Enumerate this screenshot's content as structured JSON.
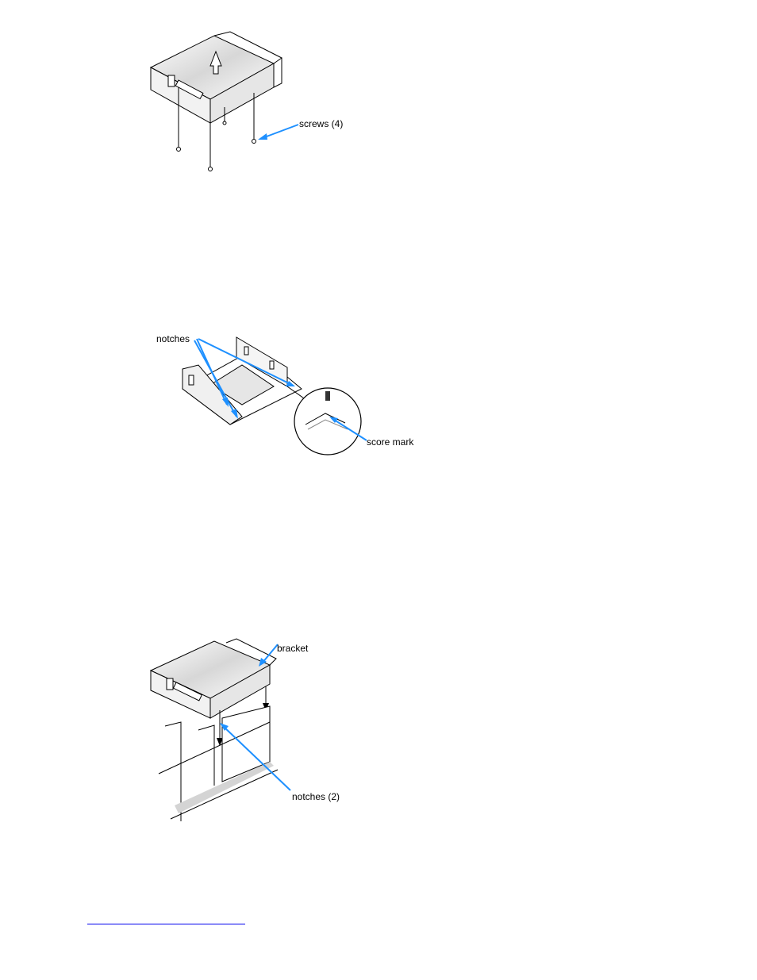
{
  "figures": [
    {
      "callouts": {
        "screws": "screws (4)"
      }
    },
    {
      "callouts": {
        "notches": "notches",
        "score_mark": "score mark"
      }
    },
    {
      "callouts": {
        "bracket": "bracket",
        "notches": "notches (2)"
      }
    }
  ],
  "footer_link": {
    "text": ""
  },
  "colors": {
    "callout_arrow": "#1e90ff",
    "line": "#000000",
    "shade": "#c8c8c8"
  }
}
